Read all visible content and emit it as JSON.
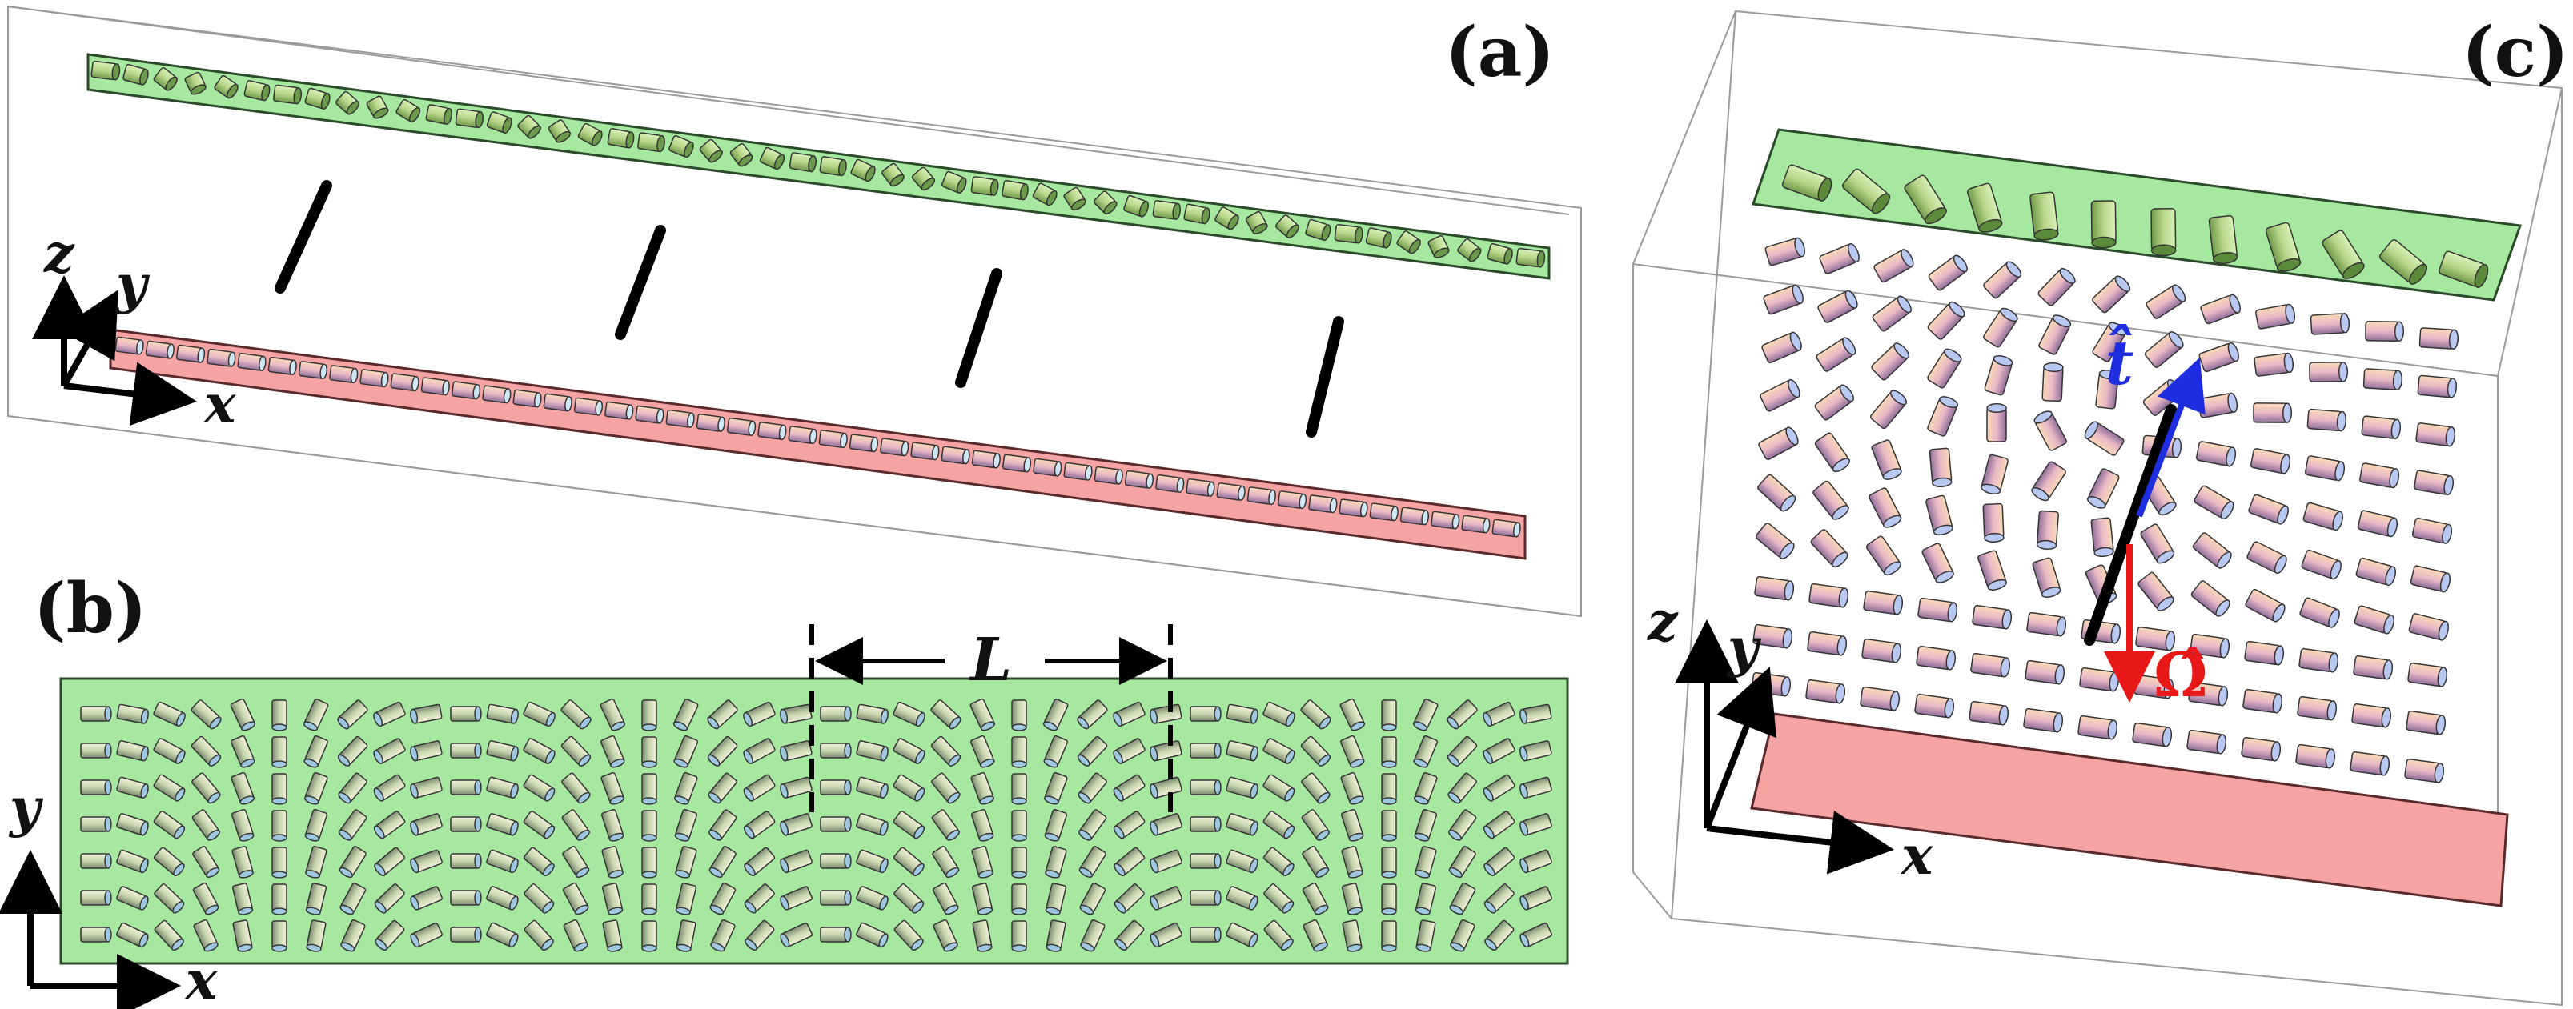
{
  "panels": {
    "a": {
      "label": "(a)",
      "axes": {
        "x": "x",
        "y": "y",
        "z": "z"
      },
      "plate_top_color": "#a6e8a0",
      "plate_bottom_color": "#f6a3a3"
    },
    "b": {
      "label": "(b)",
      "axes": {
        "x": "x",
        "y": "y"
      },
      "spacing_label": "L",
      "plate_color": "#a6e8a0"
    },
    "c": {
      "label": "(c)",
      "axes": {
        "x": "x",
        "y": "y",
        "z": "z"
      },
      "tangent_label": "t̂",
      "rotation_label": "Ω̂",
      "tangent_color": "#1f2de0",
      "rotation_color": "#e81818"
    }
  }
}
